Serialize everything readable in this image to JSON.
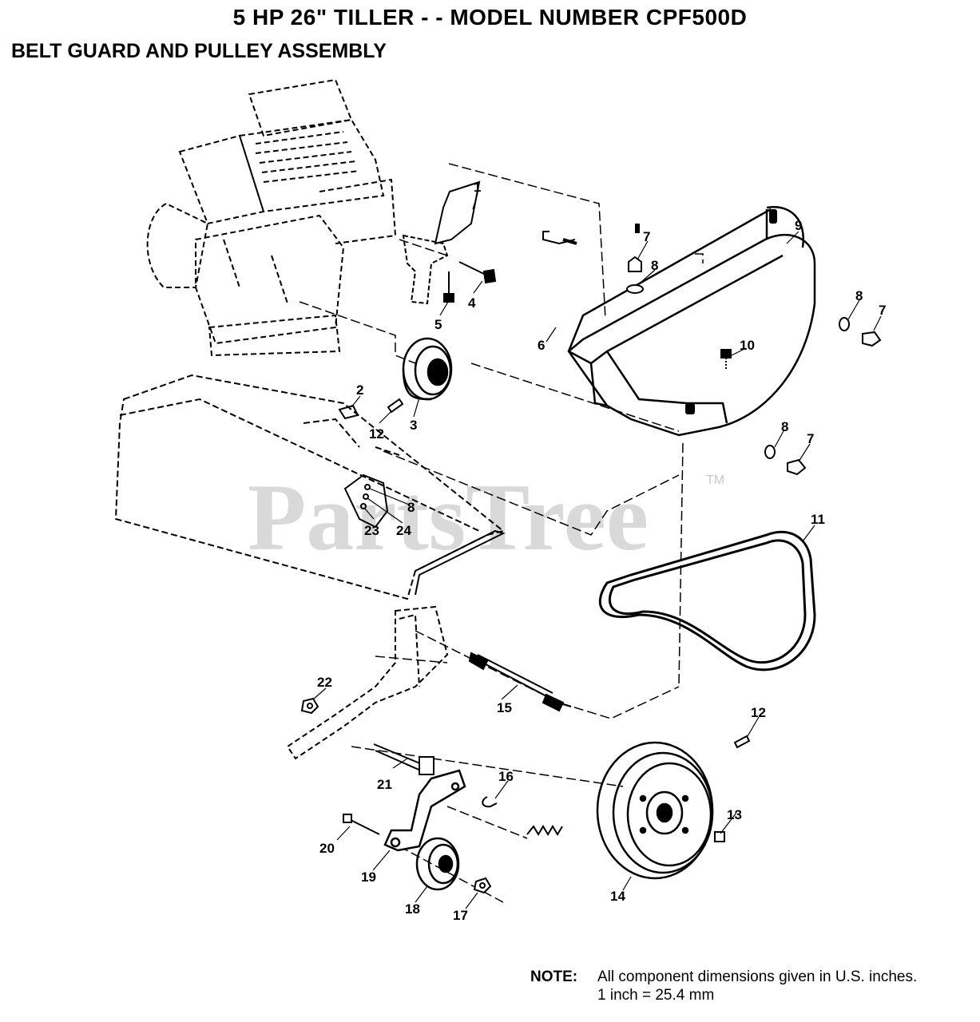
{
  "header": {
    "title": "5 HP 26\" TILLER - - MODEL NUMBER CPF500D",
    "subtitle": "BELT GUARD AND PULLEY ASSEMBLY"
  },
  "watermark": {
    "text": "PartsTree",
    "trademark": "TM"
  },
  "callouts": {
    "c1": "1",
    "c2": "2",
    "c3": "3",
    "c4": "4",
    "c5": "5",
    "c6": "6",
    "c7a": "7",
    "c7b": "7",
    "c7c": "7",
    "c8a": "8",
    "c8b": "8",
    "c8c": "8",
    "c8d": "8",
    "c9": "9",
    "c10": "10",
    "c11": "11",
    "c12a": "12",
    "c12b": "12",
    "c13": "13",
    "c14": "14",
    "c15": "15",
    "c16": "16",
    "c17": "17",
    "c18": "18",
    "c19": "19",
    "c20": "20",
    "c21": "21",
    "c22": "22",
    "c23": "23",
    "c24": "24"
  },
  "note": {
    "label": "NOTE:",
    "line1": "All component dimensions given in U.S. inches.",
    "line2": "1 inch = 25.4 mm"
  }
}
